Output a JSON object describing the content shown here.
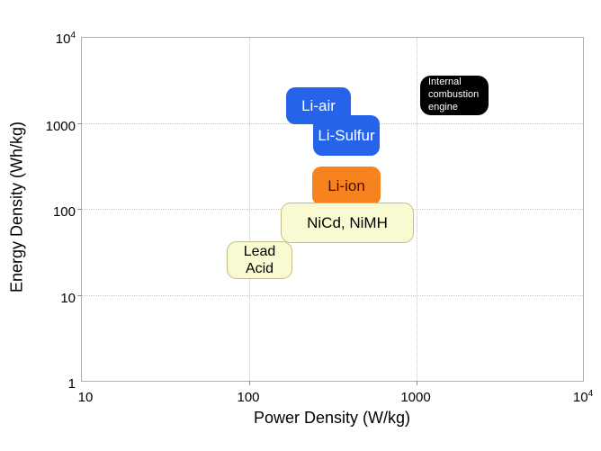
{
  "axes": {
    "x": {
      "label": "Power Density (W/kg)",
      "ticks": [
        {
          "base": "10"
        },
        {
          "base": "100"
        },
        {
          "base": "1000"
        },
        {
          "base": "10",
          "sup": "4"
        }
      ]
    },
    "y": {
      "label": "Energy Density (Wh/kg)",
      "ticks": [
        {
          "base": "10",
          "sup": "4"
        },
        {
          "base": "1000"
        },
        {
          "base": "100"
        },
        {
          "base": "10"
        },
        {
          "base": "1"
        }
      ]
    }
  },
  "regions": [
    {
      "label": "Li-air"
    },
    {
      "label": "Li-Sulfur"
    },
    {
      "label": "Li-ion"
    },
    {
      "label": "NiCd, NiMH"
    },
    {
      "label": "Lead\nAcid"
    },
    {
      "label": "Internal\ncombustion\nengine"
    }
  ],
  "colors": {
    "lithium_blue": "#2563e8",
    "li_ion_orange": "#f6831e",
    "li_ion_text": "#4d1000",
    "nickel_lead_yellow": "#fafad2",
    "yellow_border": "#bfbf85",
    "ice_black": "#000000",
    "grid": "#c6c6c6",
    "frame": "#b0b0b0"
  },
  "chart_data": {
    "type": "scatter",
    "subtype": "labeled-region ragone plot",
    "title": "",
    "xlabel": "Power Density (W/kg)",
    "ylabel": "Energy Density (Wh/kg)",
    "x_scale": "log",
    "y_scale": "log",
    "xlim": [
      10,
      10000
    ],
    "ylim": [
      1,
      10000
    ],
    "x_tick_values": [
      10,
      100,
      1000,
      10000
    ],
    "y_tick_values": [
      1,
      10,
      100,
      1000,
      10000
    ],
    "grid": "dotted at major decades",
    "legend": "none",
    "regions": [
      {
        "name": "Li-air",
        "power_density_W_per_kg": [
          170,
          410
        ],
        "energy_density_Wh_per_kg": [
          960,
          2600
        ],
        "fill": "#2563e8",
        "text_color": "#ffffff"
      },
      {
        "name": "Li-Sulfur",
        "power_density_W_per_kg": [
          240,
          610
        ],
        "energy_density_Wh_per_kg": [
          415,
          1230
        ],
        "fill": "#2563e8",
        "text_color": "#ffffff"
      },
      {
        "name": "Li-ion",
        "power_density_W_per_kg": [
          240,
          615
        ],
        "energy_density_Wh_per_kg": [
          110,
          310
        ],
        "fill": "#f6831e",
        "text_color": "#4d1000"
      },
      {
        "name": "NiCd, NiMH",
        "power_density_W_per_kg": [
          155,
          975
        ],
        "energy_density_Wh_per_kg": [
          40,
          118
        ],
        "fill": "#fafad2",
        "text_color": "#000000"
      },
      {
        "name": "Lead Acid",
        "power_density_W_per_kg": [
          75,
          185
        ],
        "energy_density_Wh_per_kg": [
          15,
          42
        ],
        "fill": "#fafad2",
        "text_color": "#000000"
      },
      {
        "name": "Internal combustion engine",
        "power_density_W_per_kg": [
          1060,
          2720
        ],
        "energy_density_Wh_per_kg": [
          1230,
          3550
        ],
        "fill": "#000000",
        "text_color": "#ffffff"
      }
    ]
  }
}
